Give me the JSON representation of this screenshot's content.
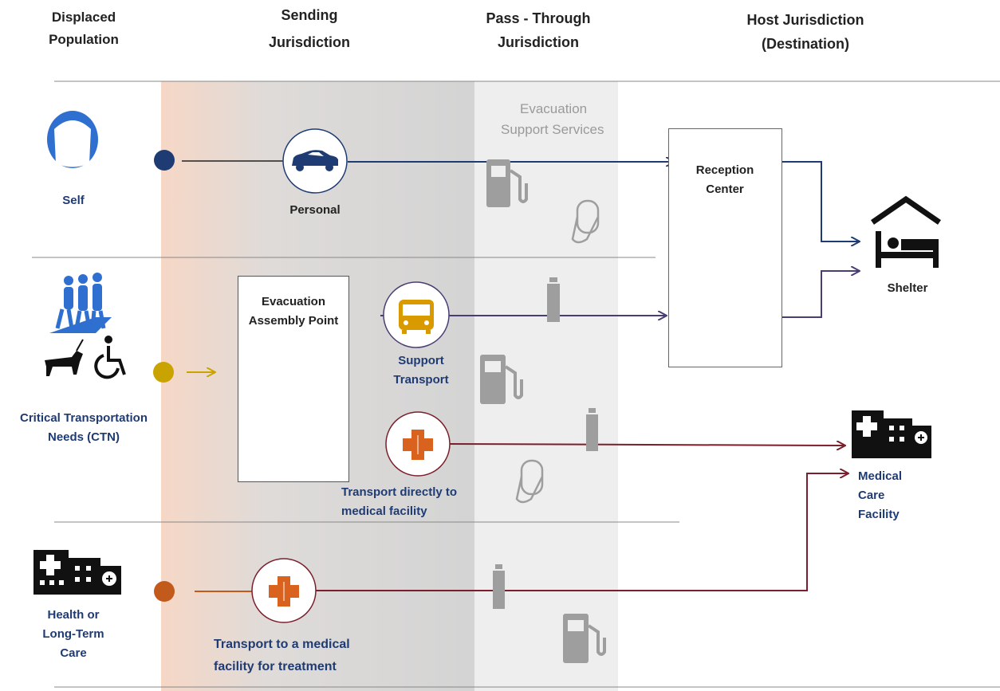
{
  "headers": {
    "displaced": "Displaced Population",
    "sending": "Sending Jurisdiction",
    "pass_through": "Pass - Through Jurisdiction",
    "host": "Host Jurisdiction (Destination)"
  },
  "rows": {
    "self": {
      "label": "Self",
      "mode": "Personal"
    },
    "ctn": {
      "label": "Critical Transportation Needs (CTN)",
      "assembly": "Evacuation Assembly Point",
      "support": "Support Transport",
      "medical_direct": "Transport directly to medical facility"
    },
    "health": {
      "label": "Health or Long-Term Care",
      "mode": "Transport to a medical facility for treatment"
    }
  },
  "services": {
    "label": "Evacuation Support Services"
  },
  "destinations": {
    "reception": "Reception Center",
    "shelter": "Shelter",
    "medical": "Medical Care Facility"
  },
  "colors": {
    "self": "#1f3b73",
    "ctn": "#c9a400",
    "health": "#c25a1c",
    "medical_line": "#7a1f2b",
    "ctn_line": "#4a3d73",
    "sending_band": "#d8d8d8",
    "pass_band": "#eeeeee"
  }
}
